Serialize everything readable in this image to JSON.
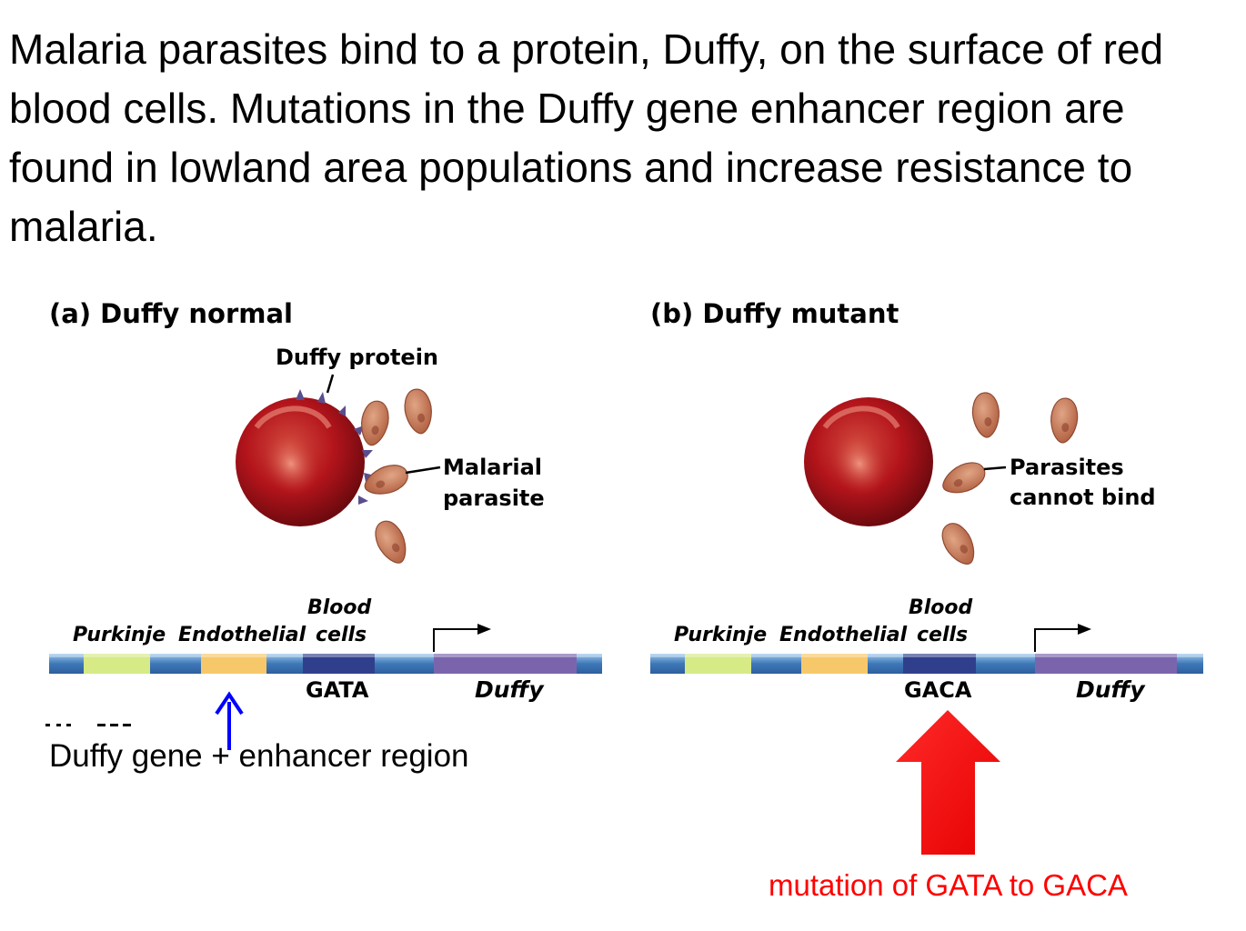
{
  "headline": "Malaria parasites bind to a protein, Duffy, on the surface of red blood cells. Mutations in the Duffy gene enhancer region are found in lowland area populations and increase resistance to malaria.",
  "panel_a": {
    "title": "(a)  Duffy normal",
    "duffy_protein_label": "Duffy protein",
    "parasite_label_1": "Malarial",
    "parasite_label_2": "parasite",
    "gene": {
      "purkinje": "Purkinje",
      "endothelial": "Endothelial",
      "blood_1": "Blood",
      "blood_2": "cells",
      "seq": "GATA",
      "duffy": "Duffy"
    },
    "caption": "Duffy gene + enhancer region"
  },
  "panel_b": {
    "title": "(b)  Duffy mutant",
    "parasite_label_1": "Parasites",
    "parasite_label_2": "cannot bind",
    "gene": {
      "purkinje": "Purkinje",
      "endothelial": "Endothelial",
      "blood_1": "Blood",
      "blood_2": "cells",
      "seq": "GACA",
      "duffy": "Duffy"
    },
    "caption": "mutation of GATA to GACA"
  },
  "colors": {
    "red_cell": "#b3141b",
    "parasite": "#c0704e",
    "purkinje": "#d6ea86",
    "endothelial": "#f7c86a",
    "blood": "#303f8c",
    "duffy_gene": "#7a65ad",
    "strand": "#4f85c2",
    "blue_arrow": "#0000ff",
    "red_arrow": "#ff0000",
    "protein_spike": "#5a4e8e"
  }
}
